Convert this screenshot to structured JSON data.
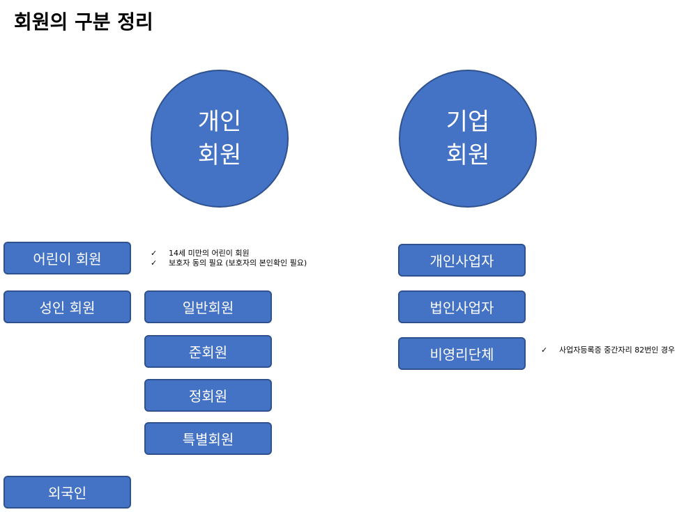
{
  "title": "회원의 구분 정리",
  "circles": {
    "personal": {
      "line1": "개인",
      "line2": "회원"
    },
    "corporate": {
      "line1": "기업",
      "line2": "회원"
    }
  },
  "personal": {
    "child": "어린이 회원",
    "adult": "성인 회원",
    "foreigner": "외국인",
    "child_notes": [
      "14세 미만의 어린이 회원",
      "보호자 동의 필요 (보호자의 본인확인 필요)"
    ],
    "adult_types": [
      "일반회원",
      "준회원",
      "정회원",
      "특별회원"
    ]
  },
  "corporate": {
    "types": [
      "개인사업자",
      "법인사업자",
      "비영리단체"
    ],
    "nonprofit_note": "사업자등록증 중간자리 82번인 경우"
  },
  "colors": {
    "fill": "#4472c4",
    "border": "#2f528f",
    "text": "#ffffff"
  }
}
